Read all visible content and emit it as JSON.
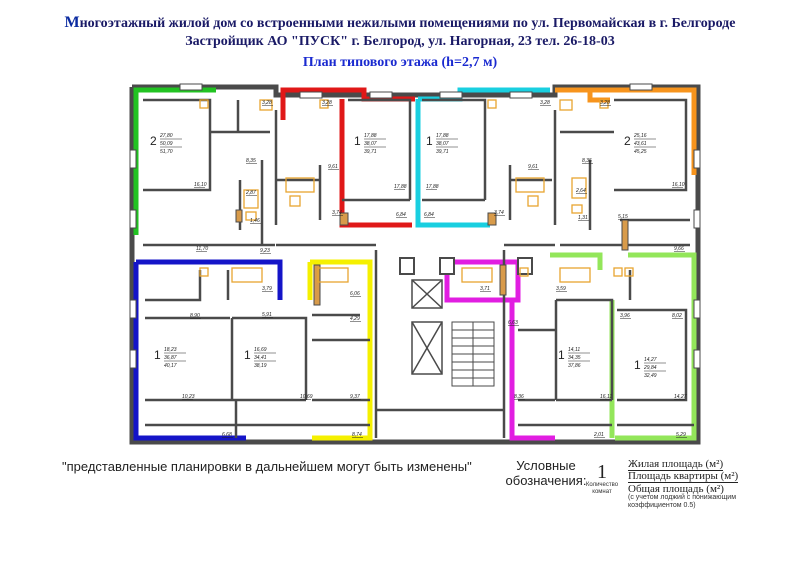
{
  "header": {
    "title_cap": "М",
    "title_rest": "ногоэтажный жилой дом со встроенными нежилыми помещениями по ул. Первомайская в г. Белгороде",
    "developer": "Застройщик АО \"ПУСК\" г. Белгород, ул. Нагорная, 23 тел. 26-18-03",
    "plan_title": "План типового этажа (h=2,7 м)"
  },
  "note": "\"представленные планировки в дальнейшем могут быть изменены\"",
  "legend": {
    "title": "Условные обозначения:",
    "rooms_number": "1",
    "rooms_caption": "Количество комнат",
    "living_area": "Жилая площадь (м²)",
    "apartment_area": "Площадь квартиры (м²)",
    "total_area": "Общая площадь (м²)",
    "total_area_note": "(с учетом лоджий с понижающим коэффициентом 0.5)"
  },
  "colors": {
    "green": "#22c322",
    "red": "#e01818",
    "cyan": "#19cfe0",
    "orange": "#f7941d",
    "blue": "#1414c8",
    "yellow": "#f5f000",
    "magenta": "#e11ee1",
    "lightgreen": "#93e65a",
    "wall": "#4a4a4a",
    "fixture": "#e8a530"
  },
  "apartments": [
    {
      "rooms": "2",
      "living": "27,80",
      "apt": "50,09",
      "total": "51,70"
    },
    {
      "rooms": "1",
      "living": "17,88",
      "apt": "38,07",
      "total": "39,71"
    },
    {
      "rooms": "1",
      "living": "17,88",
      "apt": "38,07",
      "total": "39,71"
    },
    {
      "rooms": "2",
      "living": "25,16",
      "apt": "43,61",
      "total": "45,25"
    },
    {
      "rooms": "1",
      "living": "18,23",
      "apt": "36,87",
      "total": "40,17"
    },
    {
      "rooms": "1",
      "living": "16,69",
      "apt": "34,41",
      "total": "38,19"
    },
    {
      "rooms": "1",
      "living": "14,11",
      "apt": "34,35",
      "total": "37,86"
    },
    {
      "rooms": "1",
      "living": "14,27",
      "apt": "29,84",
      "total": "32,49"
    }
  ],
  "room_areas": [
    "3,28",
    "3,28",
    "3,28",
    "3,28",
    "8,35",
    "8,35",
    "9,61",
    "9,61",
    "17,88",
    "17,88",
    "16,10",
    "16,10",
    "2,87",
    "2,64",
    "1,46",
    "1,31",
    "3,74",
    "3,74",
    "6,84",
    "6,84",
    "11,70",
    "9,23",
    "5,15",
    "9,66",
    "3,79",
    "3,59",
    "6,06",
    "3,71",
    "8,90",
    "5,91",
    "3,96",
    "8,02",
    "4,29",
    "6,63",
    "10,23",
    "10,69",
    "9,37",
    "8,36",
    "16,11",
    "14,27",
    "6,68",
    "8,74",
    "2,01",
    "5,29"
  ]
}
